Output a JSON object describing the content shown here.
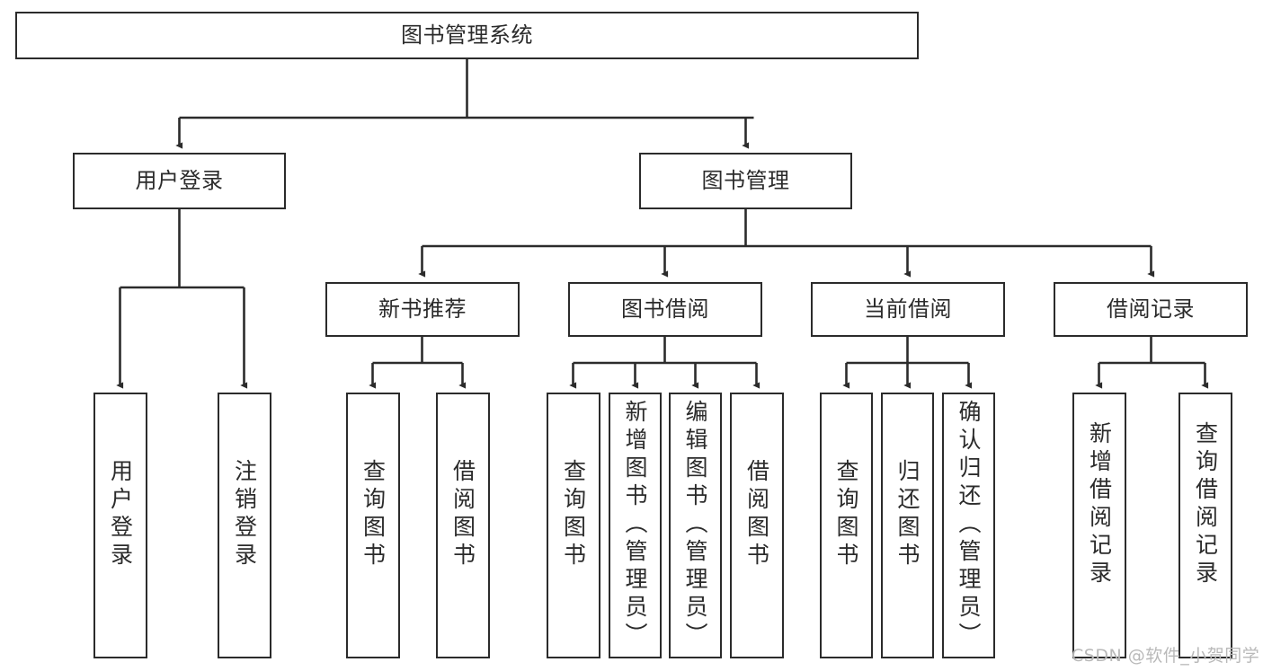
{
  "diagram": {
    "type": "hierarchy-tree",
    "title": "图书管理系统",
    "colors": {
      "stroke": "#2b2b2b",
      "fill": "#ffffff",
      "background": "#ffffff",
      "watermark": "#b9b9b9"
    },
    "levels": {
      "level1": [
        "图书管理系统"
      ],
      "level2": [
        "用户登录",
        "图书管理"
      ],
      "level3": [
        "新书推荐",
        "图书借阅",
        "当前借阅",
        "借阅记录"
      ],
      "level4": [
        "用户登录",
        "注销登录",
        "查询图书",
        "借阅图书",
        "查询图书",
        "新增图书（管理员）",
        "编辑图书（管理员）",
        "借阅图书",
        "查询图书",
        "归还图书",
        "确认归还（管理员）",
        "新增借阅记录",
        "查询借阅记录"
      ]
    },
    "nodes": {
      "root": {
        "id": "root",
        "label": "图书管理系统"
      },
      "user_login": {
        "id": "user_login",
        "label": "用户登录"
      },
      "book_mgmt": {
        "id": "book_mgmt",
        "label": "图书管理"
      },
      "new_book_rec": {
        "id": "new_book_rec",
        "label": "新书推荐"
      },
      "book_borrow": {
        "id": "book_borrow",
        "label": "图书借阅"
      },
      "current_borrow": {
        "id": "current_borrow",
        "label": "当前借阅"
      },
      "borrow_record": {
        "id": "borrow_record",
        "label": "借阅记录"
      },
      "leaf_user_login": {
        "id": "leaf_user_login",
        "label": "用户登录"
      },
      "leaf_logout": {
        "id": "leaf_logout",
        "label": "注销登录"
      },
      "leaf_query_book_1": {
        "id": "leaf_query_book_1",
        "label": "查询图书"
      },
      "leaf_borrow_book_1": {
        "id": "leaf_borrow_book_1",
        "label": "借阅图书"
      },
      "leaf_query_book_2": {
        "id": "leaf_query_book_2",
        "label": "查询图书"
      },
      "leaf_add_book": {
        "id": "leaf_add_book",
        "label": "新增图书（管理员）"
      },
      "leaf_edit_book": {
        "id": "leaf_edit_book",
        "label": "编辑图书（管理员）"
      },
      "leaf_borrow_book_2": {
        "id": "leaf_borrow_book_2",
        "label": "借阅图书"
      },
      "leaf_query_book_3": {
        "id": "leaf_query_book_3",
        "label": "查询图书"
      },
      "leaf_return_book": {
        "id": "leaf_return_book",
        "label": "归还图书"
      },
      "leaf_confirm_return": {
        "id": "leaf_confirm_return",
        "label": "确认归还（管理员）"
      },
      "leaf_add_record": {
        "id": "leaf_add_record",
        "label": "新增借阅记录"
      },
      "leaf_query_record": {
        "id": "leaf_query_record",
        "label": "查询借阅记录"
      }
    },
    "edges": [
      {
        "from": "root",
        "to": "user_login"
      },
      {
        "from": "root",
        "to": "book_mgmt"
      },
      {
        "from": "user_login",
        "to": "leaf_user_login"
      },
      {
        "from": "user_login",
        "to": "leaf_logout"
      },
      {
        "from": "book_mgmt",
        "to": "new_book_rec"
      },
      {
        "from": "book_mgmt",
        "to": "book_borrow"
      },
      {
        "from": "book_mgmt",
        "to": "current_borrow"
      },
      {
        "from": "book_mgmt",
        "to": "borrow_record"
      },
      {
        "from": "new_book_rec",
        "to": "leaf_query_book_1"
      },
      {
        "from": "new_book_rec",
        "to": "leaf_borrow_book_1"
      },
      {
        "from": "book_borrow",
        "to": "leaf_query_book_2"
      },
      {
        "from": "book_borrow",
        "to": "leaf_add_book"
      },
      {
        "from": "book_borrow",
        "to": "leaf_edit_book"
      },
      {
        "from": "book_borrow",
        "to": "leaf_borrow_book_2"
      },
      {
        "from": "current_borrow",
        "to": "leaf_query_book_3"
      },
      {
        "from": "current_borrow",
        "to": "leaf_return_book"
      },
      {
        "from": "current_borrow",
        "to": "leaf_confirm_return"
      },
      {
        "from": "borrow_record",
        "to": "leaf_add_record"
      },
      {
        "from": "borrow_record",
        "to": "leaf_query_record"
      }
    ]
  },
  "watermark": {
    "text": "CSDN @软件_小贺同学"
  }
}
